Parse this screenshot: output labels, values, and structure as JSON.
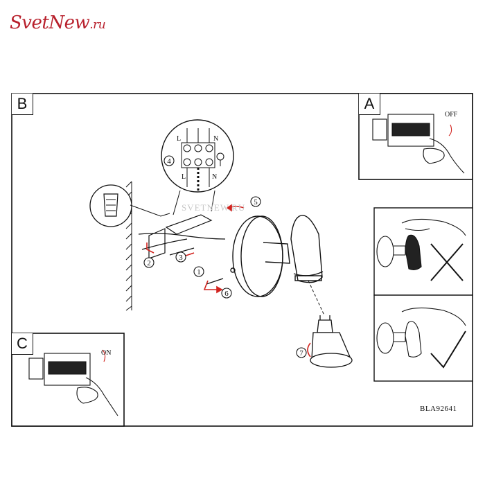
{
  "logo": {
    "main": "SvetNew",
    "suffix": ".ru"
  },
  "panels": {
    "b": {
      "tag": "B"
    },
    "a": {
      "tag": "A",
      "switch_label": "OFF"
    },
    "c": {
      "tag": "C",
      "switch_label": "ON"
    }
  },
  "terminal_labels": {
    "l": "L",
    "n": "N"
  },
  "steps": [
    "1",
    "2",
    "3",
    "4",
    "5",
    "6",
    "7"
  ],
  "watermark": "SVETNEW.RU",
  "model_code": "BLA92641"
}
